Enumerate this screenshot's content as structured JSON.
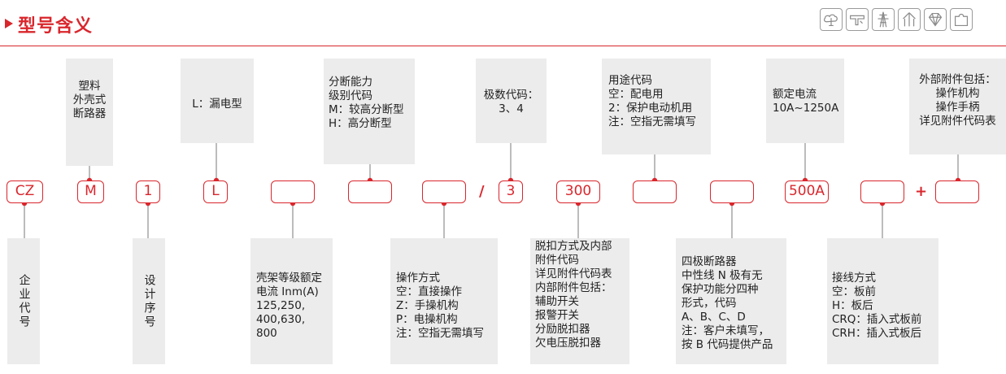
{
  "title": "型号含义",
  "icons": [
    "cloud-tree-icon",
    "tool-icon",
    "tower-icon",
    "network-icon",
    "diamond-icon",
    "puzzle-icon"
  ],
  "colors": {
    "accent": "#d9262c",
    "note_bg": "#ececec"
  },
  "codes": {
    "cz": "CZ",
    "m": "M",
    "n1": "1",
    "l": "L",
    "blank1": "",
    "blank2": "",
    "blank3": "",
    "slash": "/",
    "n3": "3",
    "n300": "300",
    "blank4": "",
    "blank5": "",
    "n500a": "500A",
    "blank6": "",
    "plus": "+",
    "blank7": ""
  },
  "top_notes": {
    "plastic": [
      "塑料",
      "外壳式",
      "断路器"
    ],
    "leak": [
      "L：漏电型"
    ],
    "breaking": [
      "分断能力",
      "级别代码",
      "M：较高分断型",
      "H：高分断型"
    ],
    "poles": [
      "极数代码：",
      "3、4"
    ],
    "use": [
      "用途代码",
      "空：配电用",
      "2：保护电动机用",
      "注：空指无需填写"
    ],
    "current": [
      "额定电流",
      "10A~1250A"
    ],
    "accessory": [
      "外部附件包括：",
      "操作机构",
      "操作手柄",
      "详见附件代码表"
    ]
  },
  "bottom_notes": {
    "enterprise": "企业代号",
    "design": "设计序号",
    "frame": [
      "壳架等级额定",
      "电流 Inm(A)",
      "125,250,",
      "400,630,",
      "800"
    ],
    "operation": [
      "操作方式",
      "空：直接操作",
      "Z：手操机构",
      "P：电操机构",
      "注：空指无需填写"
    ],
    "trip": [
      "脱扣方式及内部",
      "附件代码",
      "详见附件代码表",
      "内部附件包括：",
      "辅助开关",
      "报警开关",
      "分励脱扣器",
      "欠电压脱扣器"
    ],
    "fourpole": [
      "四极断路器",
      "中性线 N 极有无",
      "保护功能分四种",
      "形式，代码",
      "A、B、C、D",
      "注：客户未填写，",
      "按 B 代码提供产品"
    ],
    "wiring": [
      "接线方式",
      "空：板前",
      "H：板后",
      "CRQ：插入式板前",
      "CRH：插入式板后"
    ]
  }
}
